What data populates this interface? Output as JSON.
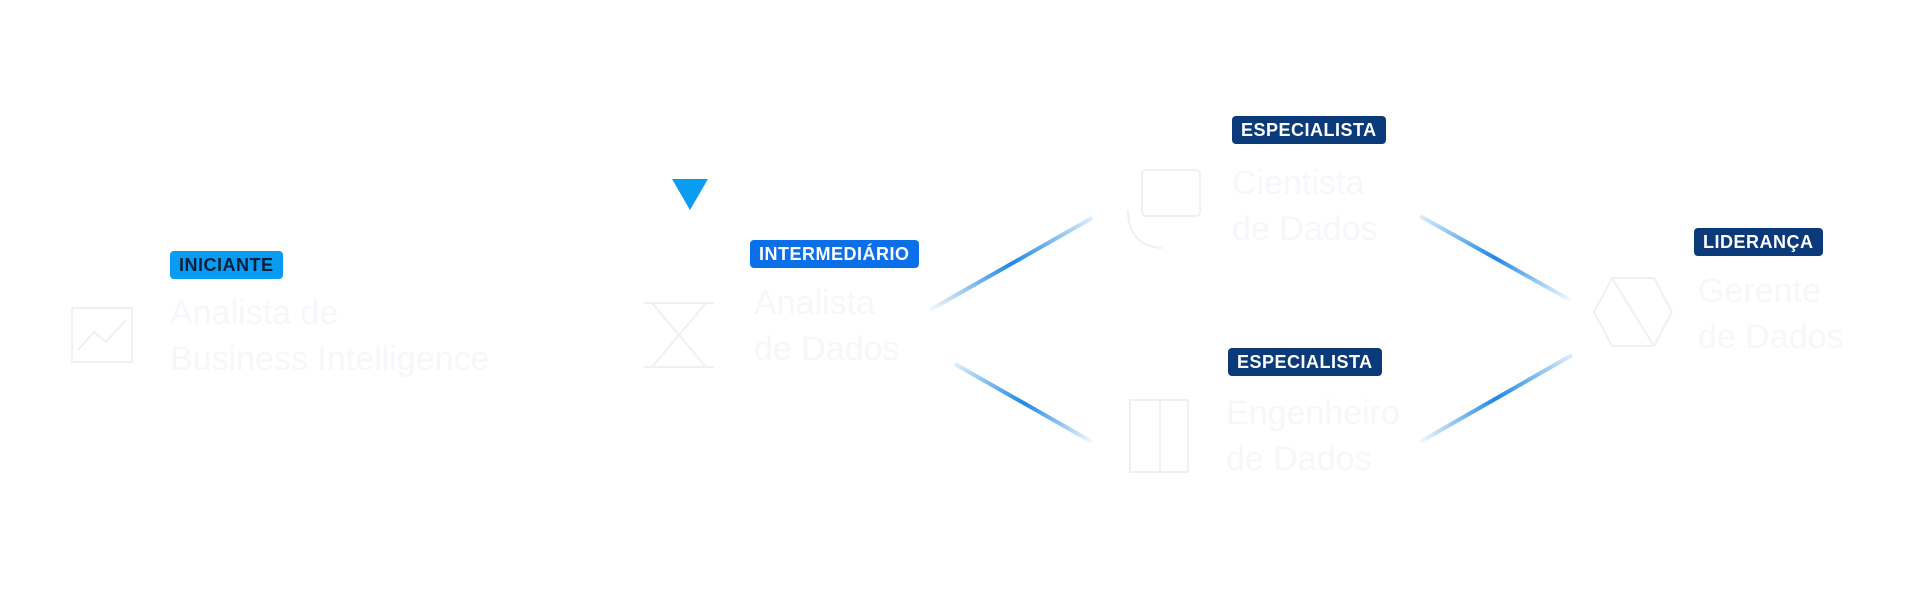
{
  "levels": {
    "iniciante": "INICIANTE",
    "intermediario": "INTERMEDIÁRIO",
    "especialista_top": "ESPECIALISTA",
    "especialista_bottom": "ESPECIALISTA",
    "lideranca": "LIDERANÇA"
  },
  "roles": {
    "bi": {
      "line1": "Analista de",
      "line2": "Business Intelligence",
      "icon": "chart-icon"
    },
    "analista": {
      "line1": "Analista",
      "line2": "de Dados",
      "icon": "hourglass-icon"
    },
    "cientista": {
      "line1": "Cientista",
      "line2": "de Dados",
      "icon": "chat-icon"
    },
    "engenheiro": {
      "line1": "Engenheiro",
      "line2": "de Dados",
      "icon": "document-icon"
    },
    "gerente": {
      "line1": "Gerente",
      "line2": "de Dados",
      "icon": "cube-icon"
    }
  },
  "colors": {
    "accent": "#0a9cf2",
    "intermediate": "#0a6fe8",
    "dark": "#0b3a7a",
    "faint_text": "#f5f7fa"
  }
}
